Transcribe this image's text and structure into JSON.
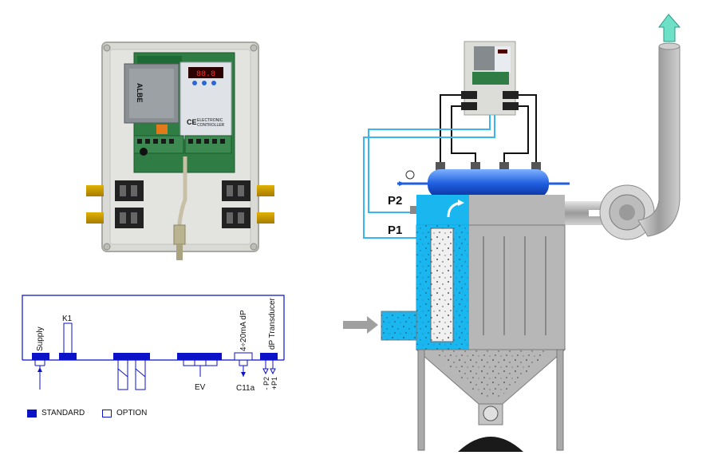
{
  "controller_box": {
    "brand": "ALBE",
    "display_digits": "88.8",
    "ce_mark": "CE",
    "module_line1": "ELECTRONIC",
    "module_line2": "CONTROLLER"
  },
  "wiring": {
    "supply_label": "Supply",
    "k1_label": "K1",
    "ev_label": "EV",
    "analog_label": "4÷20mA dP",
    "c11a_label": "C11a",
    "transducer_label": "dP Transducer",
    "p2_label": "- P2",
    "p1_label": "+P1"
  },
  "legend": {
    "standard_label": "STANDARD",
    "option_label": "OPTION",
    "standard_color": "#0b12c8"
  },
  "filter": {
    "p2_label": "P2",
    "p1_label": "P1",
    "manifold_color": "#1f5fe0",
    "dirty_side_color": "#19b6f0",
    "body_color": "#b7b7b7"
  }
}
